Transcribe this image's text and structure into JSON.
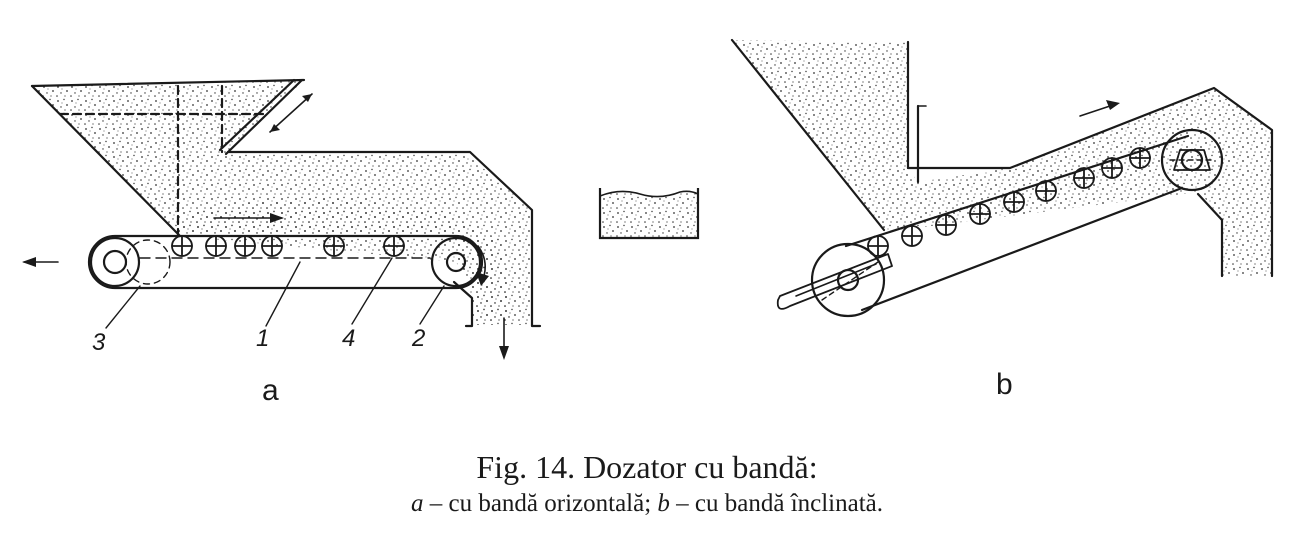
{
  "figure": {
    "labels_a": {
      "n3": "3",
      "n1": "1",
      "n4": "4",
      "n2": "2"
    },
    "sublabel_a": "a",
    "sublabel_b": "b"
  },
  "caption": {
    "title": "Fig. 14. Dozator cu bandă:",
    "part_a_letter": "a",
    "part_a_text": " – cu bandă orizontală; ",
    "part_b_letter": "b",
    "part_b_text": " – cu bandă înclinată."
  }
}
